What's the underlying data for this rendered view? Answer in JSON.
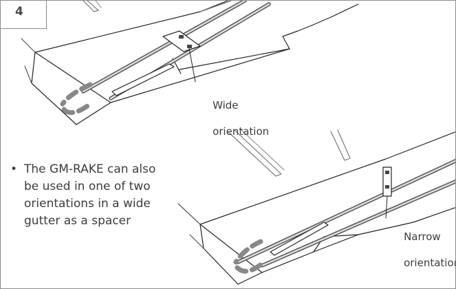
{
  "step": {
    "number": "4"
  },
  "callouts": {
    "wide": [
      "Wide",
      "orientation"
    ],
    "narrow": [
      "Narrow",
      "orientation"
    ]
  },
  "note": {
    "bullet": "•",
    "lines": [
      "The GM-RAKE can also",
      "be used in one of two",
      "orientations in a wide",
      "gutter as a spacer"
    ]
  }
}
